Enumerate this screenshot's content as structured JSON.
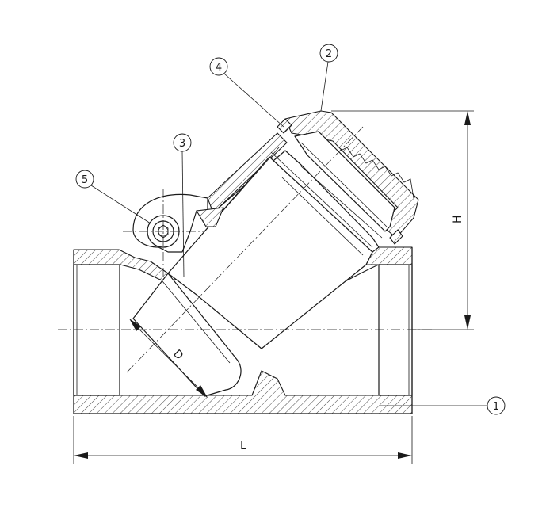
{
  "dimensions": {
    "length_label": "L",
    "height_label": "H",
    "diameter_label": "D"
  },
  "callouts": [
    {
      "number": "1"
    },
    {
      "number": "2"
    },
    {
      "number": "3"
    },
    {
      "number": "4"
    },
    {
      "number": "5"
    }
  ],
  "colors": {
    "line": "#1a1a1a",
    "background": "#ffffff"
  }
}
